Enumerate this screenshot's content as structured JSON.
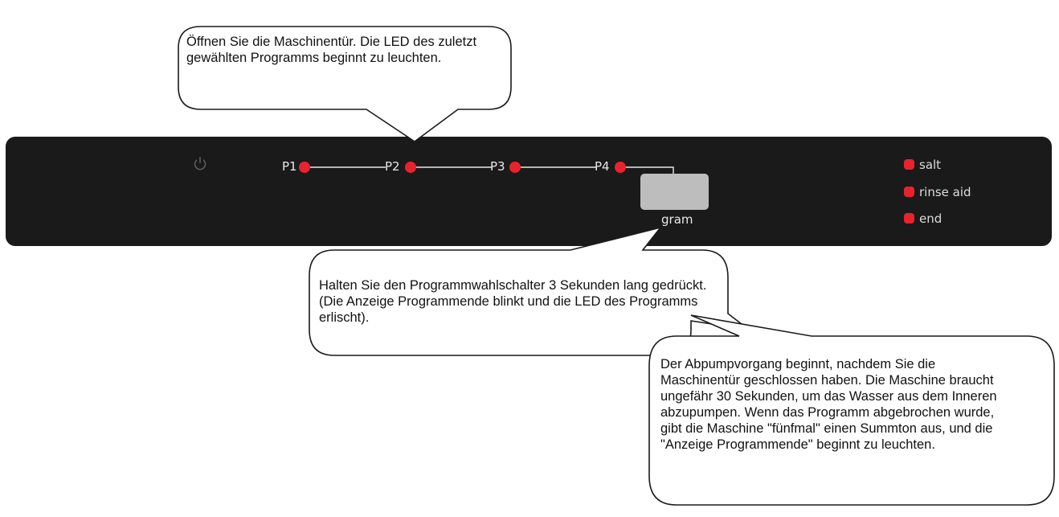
{
  "panel": {
    "programs": [
      {
        "label": "P1",
        "led_color": "#e8232e"
      },
      {
        "label": "P2",
        "led_color": "#e8232e"
      },
      {
        "label": "P3",
        "led_color": "#e8232e"
      },
      {
        "label": "P4",
        "led_color": "#e8232e"
      }
    ],
    "program_button_label": "gram",
    "indicators": [
      {
        "label": "salt",
        "led_color": "#e8232e"
      },
      {
        "label": "rinse aid",
        "led_color": "#e8232e"
      },
      {
        "label": "end",
        "led_color": "#e8232e"
      }
    ],
    "power_icon": "power-icon",
    "panel_color": "#1a1a1a"
  },
  "callouts": {
    "open_door": "Öffnen Sie die Maschinentür. Die LED des zuletzt gewählten Programms beginnt zu leuchten.",
    "hold_button": "Halten Sie den Programmwahlschalter 3 Sekunden lang gedrückt. (Die Anzeige Programmende blinkt und die LED des Programms erlischt).",
    "drain": "Der Abpumpvorgang beginnt, nachdem Sie die Maschinentür geschlossen haben. Die Maschine braucht ungefähr 30 Sekunden, um das Wasser aus dem Inneren abzupumpen. Wenn das Programm abgebrochen wurde, gibt die Maschine \"fünfmal\" einen Summton aus, und die \"Anzeige Programmende\" beginnt zu leuchten."
  }
}
